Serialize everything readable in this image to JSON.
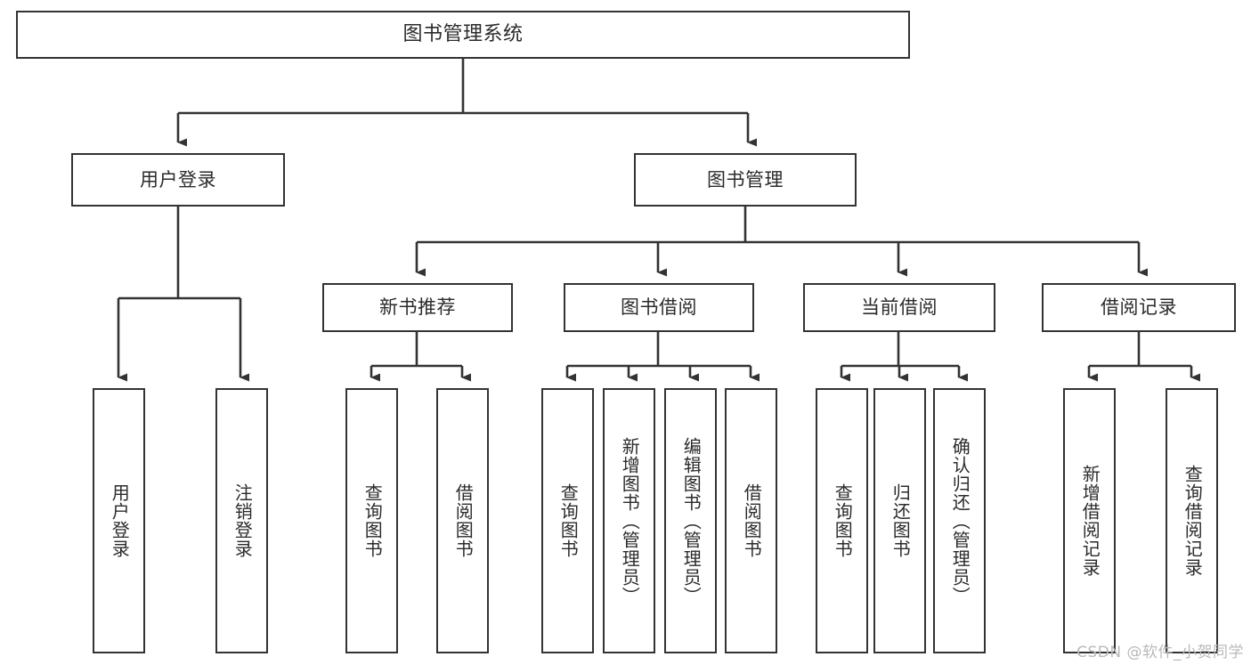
{
  "diagram": {
    "type": "tree-hierarchy-chart",
    "title": "图书管理系统",
    "orientation": "top-down",
    "colors": {
      "box_border": "#333333",
      "box_fill": "#ffffff",
      "connector": "#333333",
      "text": "#2b2b2b",
      "watermark": "#b9b9b9",
      "background": "#ffffff"
    },
    "root": {
      "label": "图书管理系统"
    },
    "level2": [
      {
        "label": "用户登录"
      },
      {
        "label": "图书管理"
      }
    ],
    "level3": [
      {
        "label": "新书推荐"
      },
      {
        "label": "图书借阅"
      },
      {
        "label": "当前借阅"
      },
      {
        "label": "借阅记录"
      }
    ],
    "leaves": {
      "user_login": [
        {
          "label": "用户登录"
        },
        {
          "label": "注销登录"
        }
      ],
      "new_book_recommend": [
        {
          "label": "查询图书"
        },
        {
          "label": "借阅图书"
        }
      ],
      "book_borrow": [
        {
          "label": "查询图书"
        },
        {
          "label": "新增图书（管理员）"
        },
        {
          "label": "编辑图书（管理员）"
        },
        {
          "label": "借阅图书"
        }
      ],
      "current_borrow": [
        {
          "label": "查询图书"
        },
        {
          "label": "归还图书"
        },
        {
          "label": "确认归还（管理员）"
        }
      ],
      "borrow_record": [
        {
          "label": "新增借阅记录"
        },
        {
          "label": "查询借阅记录"
        }
      ]
    },
    "watermark": "CSDN @软件_小贺同学"
  }
}
